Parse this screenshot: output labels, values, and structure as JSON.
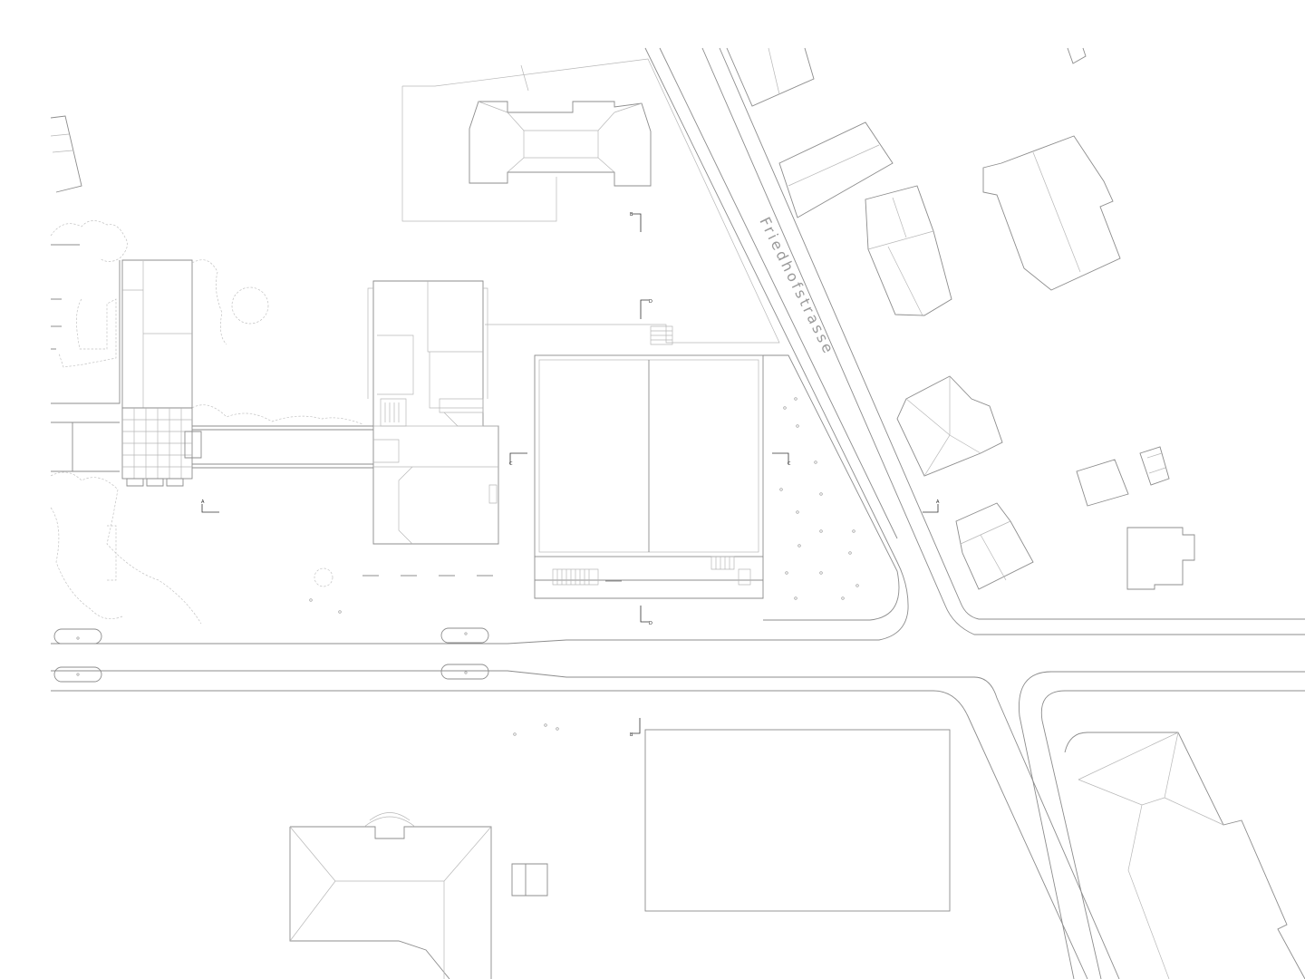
{
  "map": {
    "street_label": "Friedhofstrasse",
    "section_markers": [
      "A",
      "A",
      "B",
      "B",
      "C",
      "C",
      "D",
      "D"
    ]
  }
}
